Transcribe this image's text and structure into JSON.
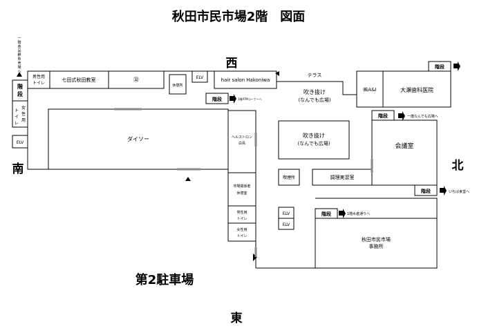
{
  "title": "秋田市民市場2階　図面",
  "compass": {
    "west": "西",
    "south": "南",
    "north": "北",
    "east": "東"
  },
  "parking_label": "第2駐車場",
  "rooms": {
    "mens_toilet_top": [
      "男性用",
      "トイレ"
    ],
    "nanada_school": "七田式秋田教室",
    "shop_32": "㉜",
    "rest_room": "休憩所",
    "elv_top": "ELV",
    "hair_salon": "hair salon Hakoniwa",
    "terrace": "テラス",
    "atrium_top": [
      "吹き抜け",
      "(なんでも広場)"
    ],
    "atrium_mid": [
      "吹き抜け",
      "(なんでも広場)"
    ],
    "ai_clinic": "㈱A&I",
    "dental": "大瀬歯科医院",
    "kaigishitsu": "会議室",
    "daiso": "ダイソー",
    "helstron": [
      "ヘルストロン",
      "白鳥"
    ],
    "staff_rest": [
      "市場関係者",
      "休憩室"
    ],
    "mens_toilet_bottom": [
      "男性用",
      "トイレ"
    ],
    "womens_toilet": [
      "女性用",
      "トイレ"
    ],
    "smoking": "喫煙所",
    "cooking": "調理実習室",
    "elv_mid_1": "ELV",
    "elv_mid_2": "ELV",
    "office": [
      "秋田市民市場",
      "事務所"
    ],
    "stairs_left": [
      "階",
      "段"
    ],
    "womens_toilet_left": [
      "女",
      "性",
      "用",
      "ト",
      "イ",
      "レ"
    ],
    "elv_left": "ELV"
  },
  "stairs": {
    "atm": "階段",
    "north_top": "階段",
    "north_mid": "階段",
    "east": "階段",
    "mizuhama": "階段"
  },
  "arrow_notes": {
    "left_vertical": [
      "一",
      "階",
      "食",
      "品",
      "鮮",
      "魚",
      "売",
      "場",
      "へ"
    ],
    "atm": "1階ATMコーナーへ",
    "nandemo": "一階なんでも広場へ",
    "ichiba": "いちば食堂へ",
    "mizuhama": "1階水産通りへ"
  }
}
